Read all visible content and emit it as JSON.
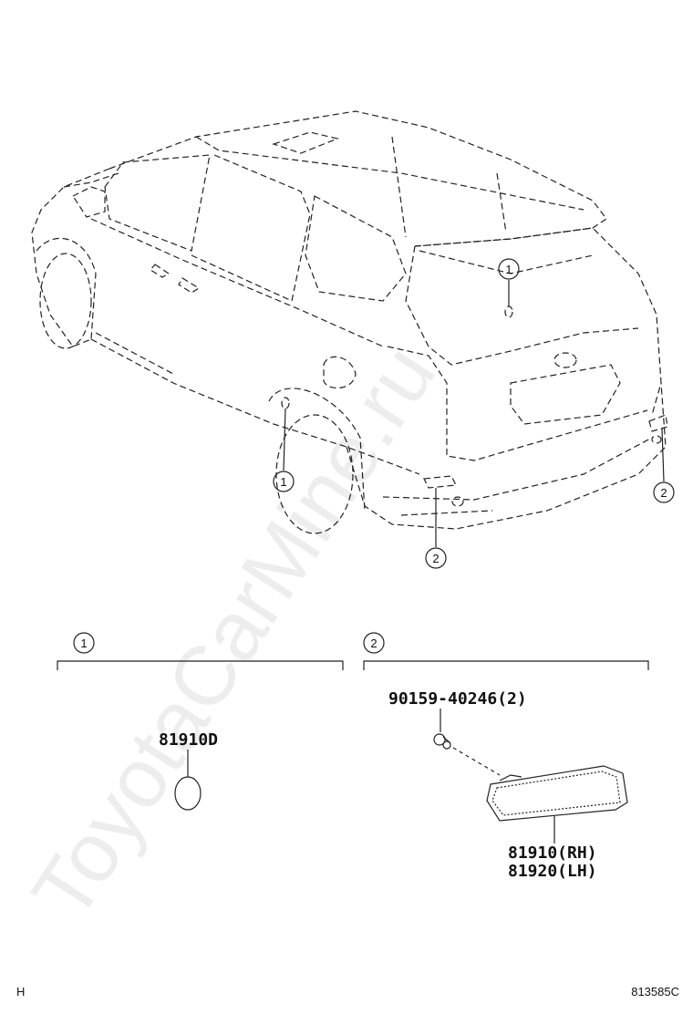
{
  "callouts": {
    "one": "1",
    "two": "2"
  },
  "sections": {
    "one": {
      "number": "1",
      "part": "81910D"
    },
    "two": {
      "number": "2",
      "screw": "90159-40246(2)",
      "lamp_rh": "81910(RH)",
      "lamp_lh": "81920(LH)"
    }
  },
  "footer": {
    "left": "H",
    "right": "813585C"
  },
  "watermark": "ToyotaCarMine.ru"
}
